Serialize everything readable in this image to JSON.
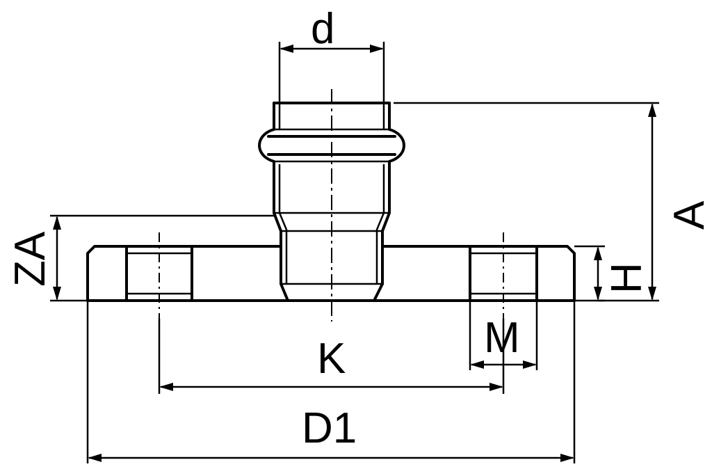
{
  "labels": {
    "d": "d",
    "A": "A",
    "ZA": "ZA",
    "H": "H",
    "M": "M",
    "K": "K",
    "D1": "D1"
  },
  "colors": {
    "line": "#000000",
    "background": "#ffffff"
  }
}
